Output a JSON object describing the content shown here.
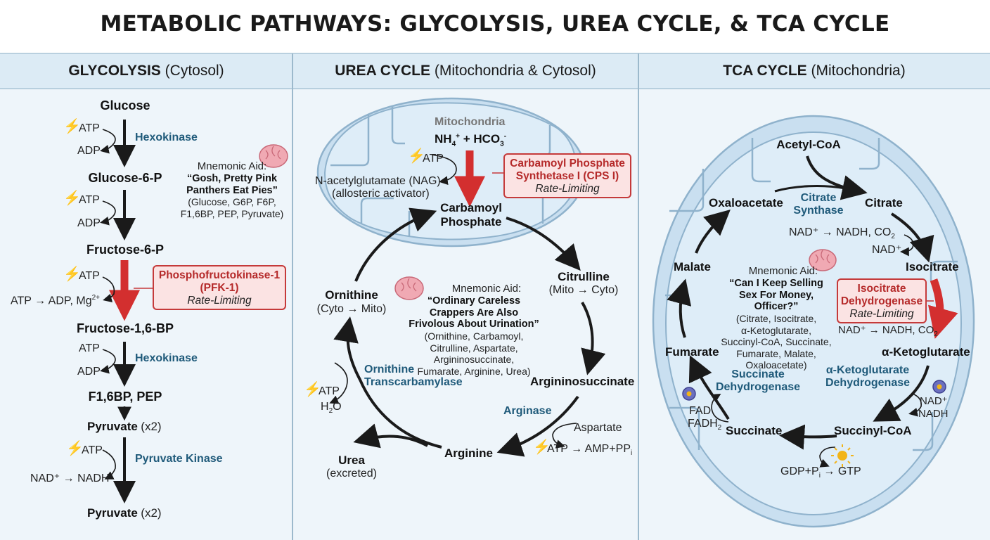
{
  "title": "METABOLIC PATHWAYS: GLYCOLYSIS, UREA CYCLE, & TCA CYCLE",
  "colors": {
    "header_band": "#dcebf5",
    "panel_bg": "#eef5fa",
    "rate_limiting_fill": "#fbe3e3",
    "rate_limiting_border": "#c53a3a",
    "enzyme_text": "#1f5a7a",
    "arrow": "#1a1a1a",
    "rate_limiting_arrow": "#d32f2f"
  },
  "panels": {
    "glycolysis": {
      "heading": "GLYCOLYSIS",
      "location": "(Cytosol)",
      "metabolites": {
        "glucose": "Glucose",
        "g6p": "Glucose-6-P",
        "f6p": "Fructose-6-P",
        "f16bp": "Fructose-1,6-BP",
        "f16bp_pep": "F1,6BP, PEP",
        "pyruvate1": "Pyruvate",
        "pyruvate2": "Pyruvate",
        "x2": "(x2)"
      },
      "enzymes": {
        "hexokinase1": "Hexokinase",
        "hexokinase2": "Hexokinase",
        "pyruvate_kinase": "Pyruvate Kinase"
      },
      "cofactors": {
        "atp1": "ATP",
        "adp1": "ADP",
        "atp2": "ATP",
        "adp2": "ADP",
        "atp3": "ATP",
        "pfk_side": "ATP → ADP, Mg",
        "mg_charge": "2+",
        "atp4": "ATP",
        "adp4": "ADP",
        "atp5": "ATP",
        "nad_nadh": "NAD⁺ → NADH"
      },
      "rate_limiting": {
        "name": "Phosphofructokinase-1",
        "abbr": "(PFK-1)",
        "label": "Rate-Limiting"
      },
      "mnemonic": {
        "heading": "Mnemonic Aid:",
        "line1": "“Gosh, Pretty Pink",
        "line2": "Panthers Eat Pies”",
        "exp1": "(Glucose, G6P, F6P,",
        "exp2": "F1,6BP, PEP, Pyruvate)"
      }
    },
    "urea": {
      "heading": "UREA CYCLE",
      "location": "(Mitochondria & Cytosol)",
      "mito_label": "Mitochondria",
      "substrates": {
        "nh4": "NH",
        "nh4_sub": "4",
        "nh4_sup": "+",
        "plus": " + HCO",
        "hco3_sub": "3",
        "hco3_sup": "-"
      },
      "atp_top": "ATP",
      "nag1": "N-acetylglutamate (NAG)",
      "nag2": "(allosteric activator)",
      "rate_limiting": {
        "name1": "Carbamoyl Phosphate",
        "name2": "Synthetase I (CPS I)",
        "label": "Rate-Limiting"
      },
      "metabolites": {
        "carbamoyl1": "Carbamoyl",
        "carbamoyl2": "Phosphate",
        "citrulline": "Citrulline",
        "citrulline_loc": "(Mito → Cyto)",
        "argininosuccinate": "Argininosuccinate",
        "arginine": "Arginine",
        "ornithine": "Ornithine",
        "ornithine_loc": "(Cyto → Mito)",
        "urea": "Urea",
        "urea_note": "(excreted)"
      },
      "enzymes": {
        "otc1": "Ornithine",
        "otc2": "Transcarbamylase",
        "arginase": "Arginase"
      },
      "cofactors": {
        "atp_left": "ATP",
        "h2o_h": "H",
        "h2o_sub": "2",
        "h2o_o": "O",
        "aspartate": "Aspartate",
        "atp_amp": "ATP → AMP+PP",
        "ppi_sub": "i"
      },
      "mnemonic": {
        "heading": "Mnemonic Aid:",
        "line1": "“Ordinary Careless",
        "line2": "Crappers Are Also",
        "line3": "Frivolous About Urination”",
        "exp1": "(Ornithine, Carbamoyl,",
        "exp2": "Citrulline, Aspartate,",
        "exp3": "Argininosuccinate,",
        "exp4": "Fumarate, Arginine, Urea)"
      }
    },
    "tca": {
      "heading": "TCA CYCLE",
      "location": "(Mitochondria)",
      "metabolites": {
        "acetyl_coa": "Acetyl-CoA",
        "citrate": "Citrate",
        "isocitrate": "Isocitrate",
        "akg": "α-Ketoglutarate",
        "succinyl_coa": "Succinyl-CoA",
        "succinate": "Succinate",
        "fumarate": "Fumarate",
        "malate": "Malate",
        "oxaloacetate": "Oxaloacetate"
      },
      "enzymes": {
        "cs1": "Citrate",
        "cs2": "Synthase",
        "akgdh1": "α-Ketoglutarate",
        "akgdh2": "Dehydrogenase",
        "sdh1": "Succinate",
        "sdh2": "Dehydrogenase"
      },
      "cofactors": {
        "nad_nadh_co2_top": "NAD⁺ → NADH, CO",
        "co2_sub_top": "2",
        "nad_plus_top": "NAD⁺",
        "nad_nadh_co2_mid": "NAD⁺ → NADH, CO",
        "co2_sub_mid": "2",
        "nad_plus_right": "NAD⁺",
        "nadh_right": "NADH",
        "gdp": "GDP+P",
        "pi_sub": "i",
        "gtp": " → GTP",
        "fad": "FAD",
        "fadh2": "FADH",
        "fadh2_sub": "2"
      },
      "rate_limiting": {
        "name1": "Isocitrate",
        "name2": "Dehydrogenase",
        "label": "Rate-Limiting"
      },
      "mnemonic": {
        "heading": "Mnemonic Aid:",
        "line1": "“Can I Keep Selling",
        "line2": "Sex For Money, Officer?”",
        "exp1": "(Citrate, Isocitrate,",
        "exp2": "α-Ketoglutarate,",
        "exp3": "Succinyl-CoA, Succinate,",
        "exp4": "Fumarate, Malate,",
        "exp5": "Oxaloacetate)"
      }
    }
  }
}
